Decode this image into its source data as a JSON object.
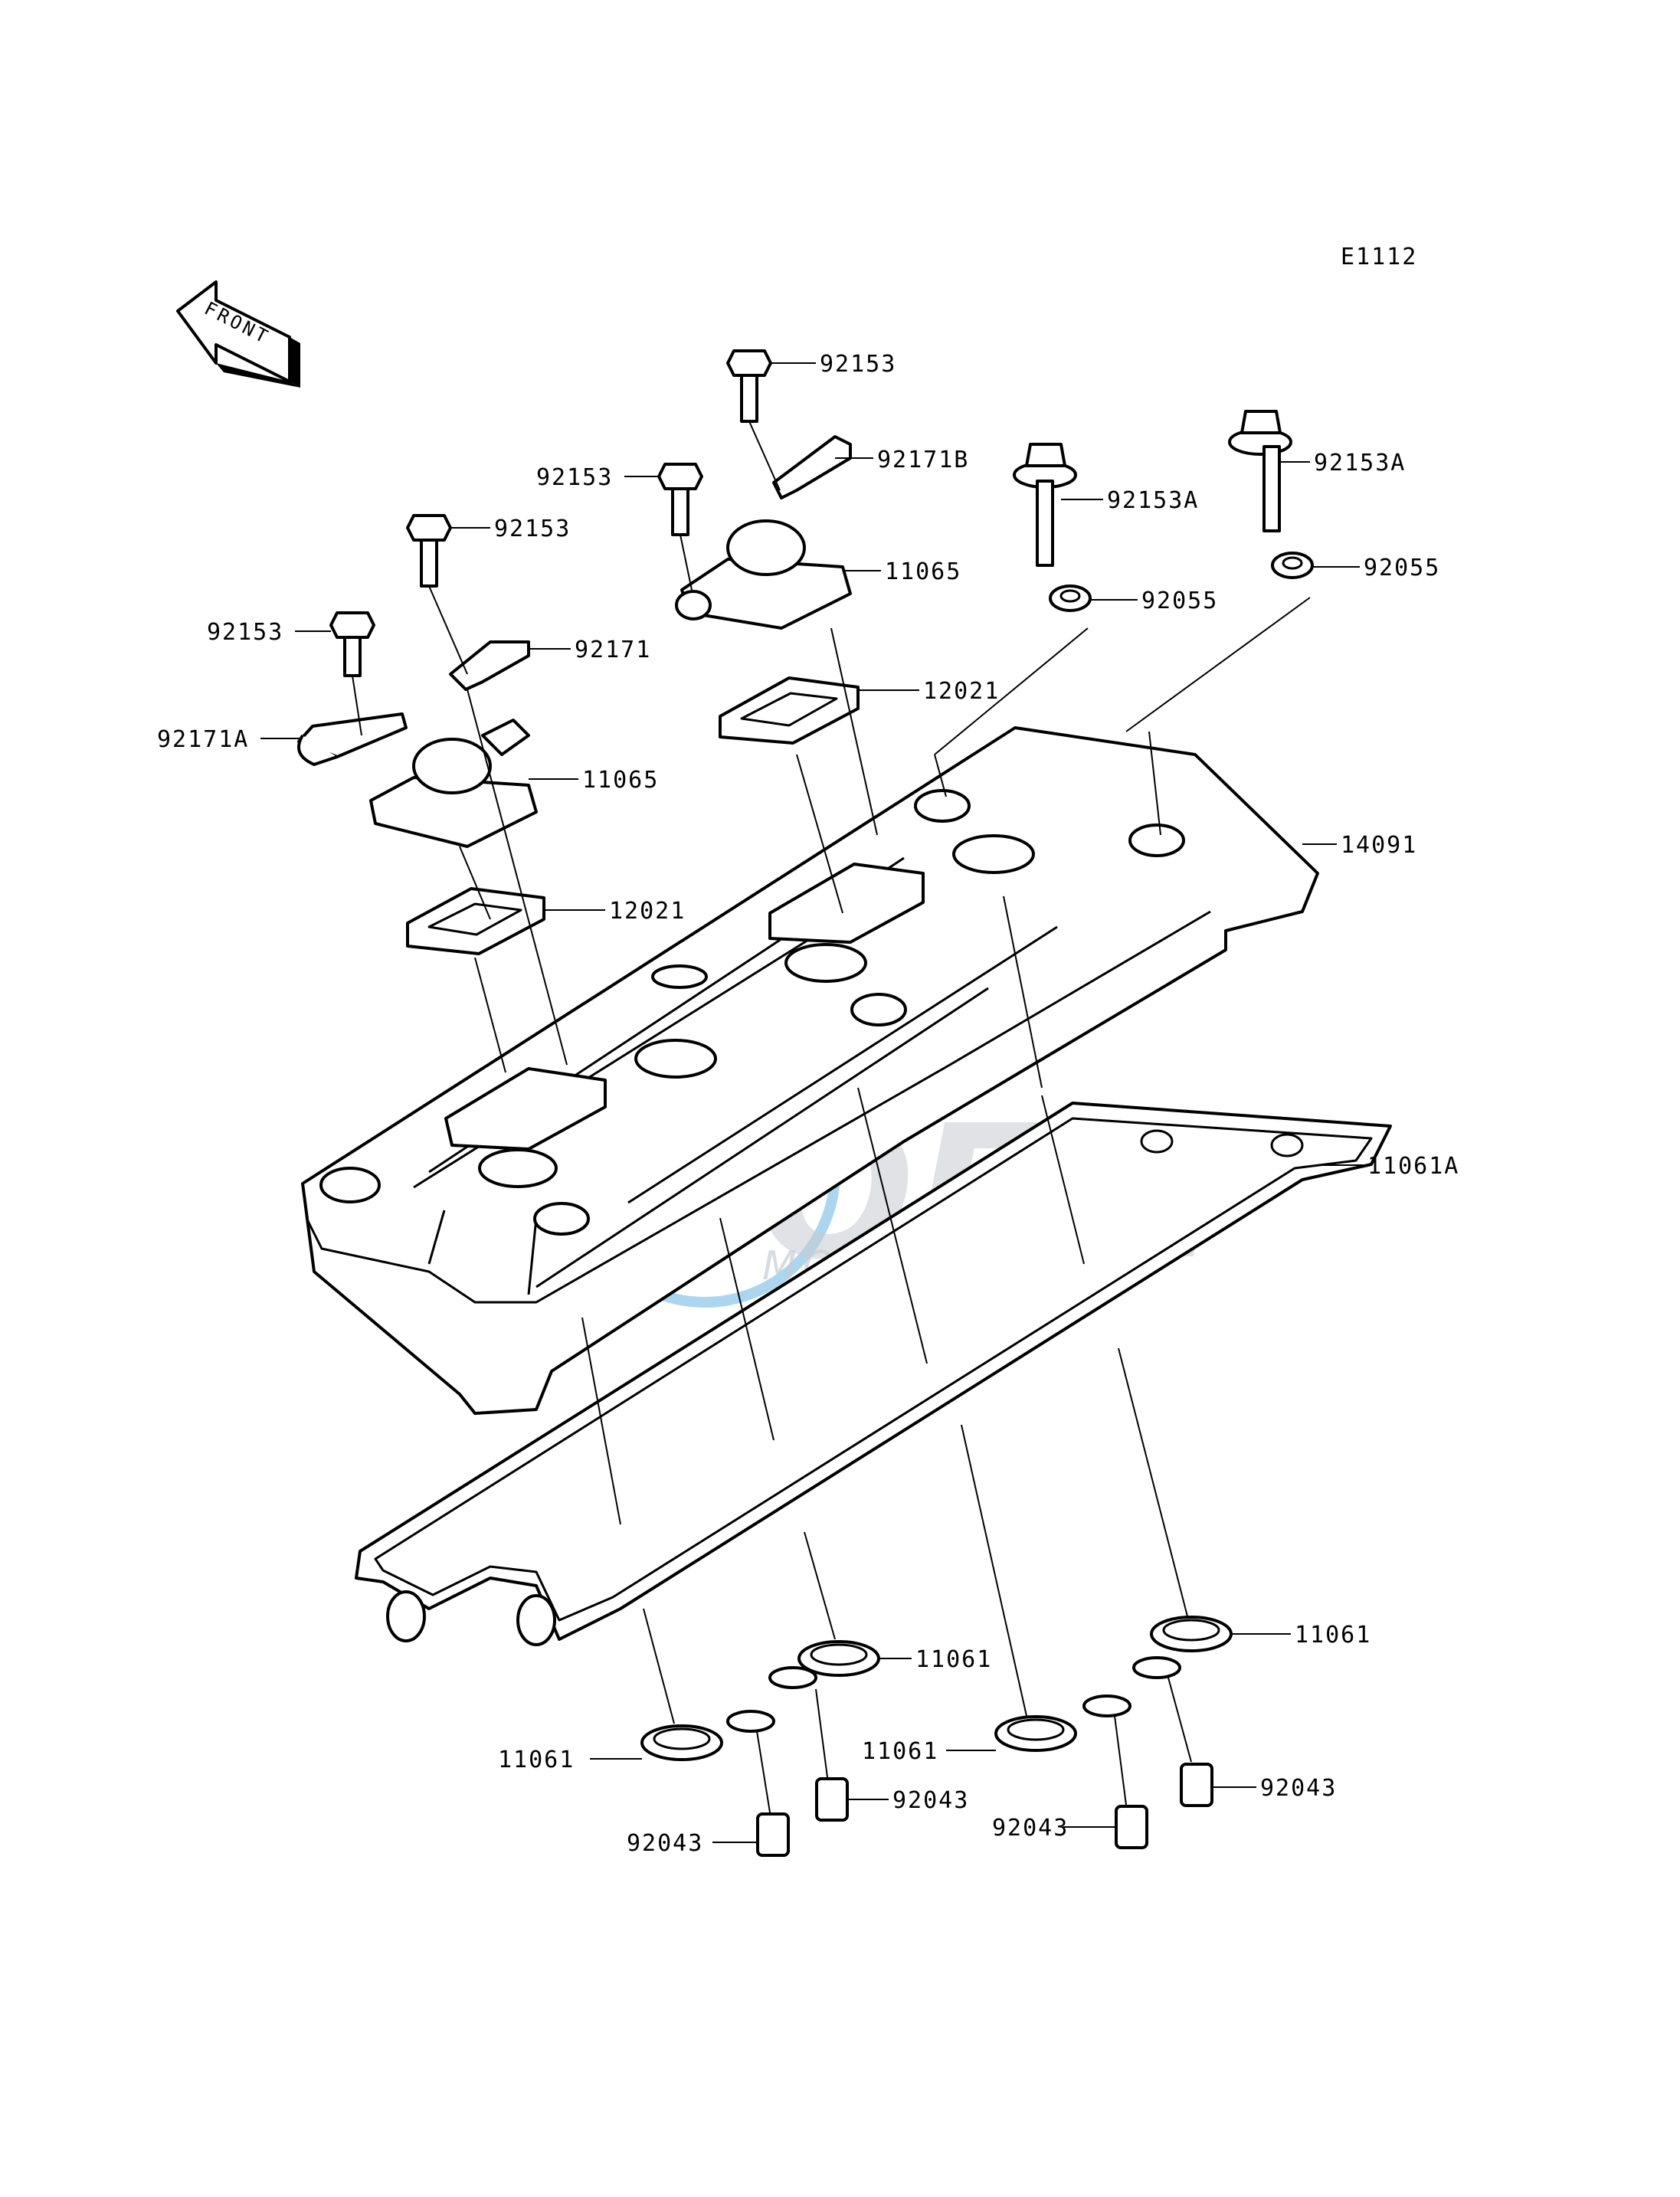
{
  "diagram_code": "E1112",
  "front_arrow_text": "FRONT",
  "watermark": {
    "brand": "OEM",
    "subtitle": "MOTORPARTS",
    "globe_color": "#5aaee0"
  },
  "callouts": [
    {
      "id": "c1",
      "text": "92153"
    },
    {
      "id": "c2",
      "text": "92171B"
    },
    {
      "id": "c3",
      "text": "92153"
    },
    {
      "id": "c4",
      "text": "92153A"
    },
    {
      "id": "c5",
      "text": "92153A"
    },
    {
      "id": "c6",
      "text": "92153"
    },
    {
      "id": "c7",
      "text": "11065"
    },
    {
      "id": "c8",
      "text": "92055"
    },
    {
      "id": "c9",
      "text": "92055"
    },
    {
      "id": "c10",
      "text": "92153"
    },
    {
      "id": "c11",
      "text": "92171"
    },
    {
      "id": "c12",
      "text": "12021"
    },
    {
      "id": "c13",
      "text": "92171A"
    },
    {
      "id": "c14",
      "text": "11065"
    },
    {
      "id": "c15",
      "text": "14091"
    },
    {
      "id": "c16",
      "text": "12021"
    },
    {
      "id": "c17",
      "text": "11061A"
    },
    {
      "id": "c18",
      "text": "11061"
    },
    {
      "id": "c19",
      "text": "11061"
    },
    {
      "id": "c20",
      "text": "11061"
    },
    {
      "id": "c21",
      "text": "11061"
    },
    {
      "id": "c22",
      "text": "92043"
    },
    {
      "id": "c23",
      "text": "92043"
    },
    {
      "id": "c24",
      "text": "92043"
    },
    {
      "id": "c25",
      "text": "92043"
    }
  ]
}
